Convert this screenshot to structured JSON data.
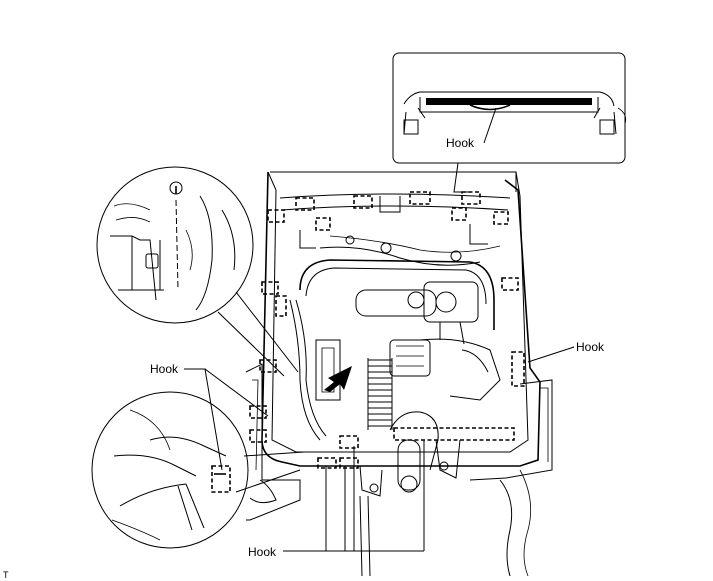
{
  "labels": {
    "hook_top": "Hook",
    "hook_right": "Hook",
    "hook_left": "Hook",
    "hook_bottom": "Hook",
    "corner_mark": "T"
  },
  "colors": {
    "ink": "#000000",
    "paper": "#ffffff"
  }
}
